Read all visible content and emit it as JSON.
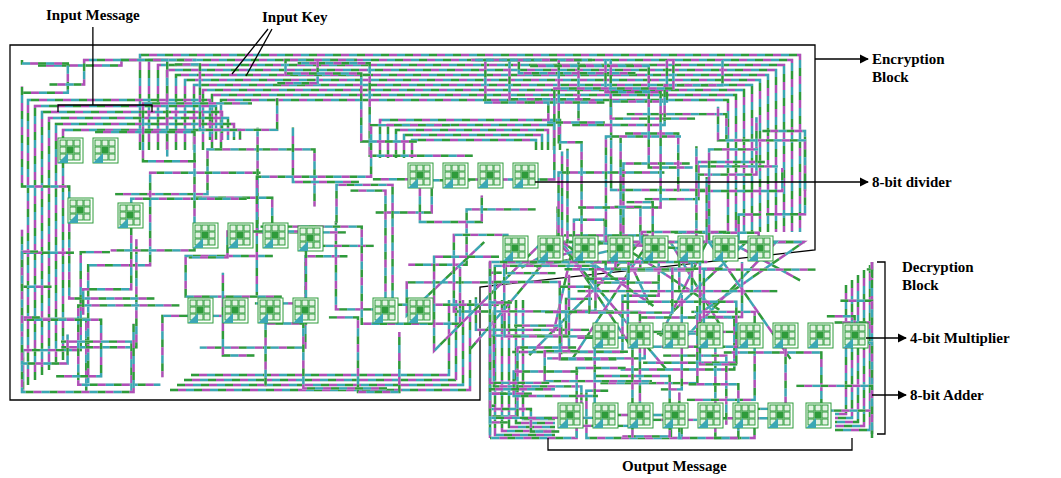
{
  "diagram": {
    "labels": [
      "Input Message",
      "Input Key",
      "Encryption Block",
      "8-bit divider",
      "Decryption Block",
      "4-bit Multiplier",
      "8-bit Adder",
      "Output Message"
    ]
  }
}
